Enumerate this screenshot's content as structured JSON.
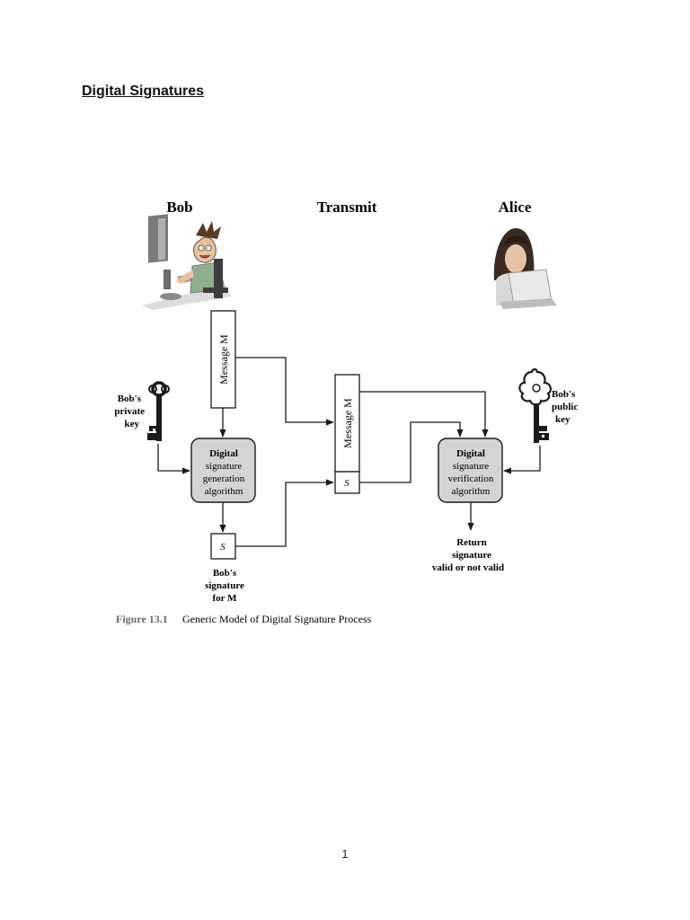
{
  "page": {
    "heading": "Digital Signatures",
    "page_number": "1"
  },
  "figure": {
    "parties": {
      "sender": "Bob",
      "channel": "Transmit",
      "receiver": "Alice"
    },
    "message_box_label": "Message M",
    "signature_box_label": "S",
    "private_key_label": [
      "Bob's",
      "private",
      "key"
    ],
    "public_key_label": [
      "Bob's",
      "public",
      "key"
    ],
    "generation_box": [
      "Digital",
      "signature",
      "generation",
      "algorithm"
    ],
    "verification_box": [
      "Digital",
      "signature",
      "verification",
      "algorithm"
    ],
    "signature_caption": [
      "Bob's",
      "signature",
      "for M"
    ],
    "result_caption": [
      "Return",
      "signature",
      "valid or not valid"
    ],
    "caption_number": "Figure 13.1",
    "caption_text": "Generic Model of Digital Signature Process"
  }
}
